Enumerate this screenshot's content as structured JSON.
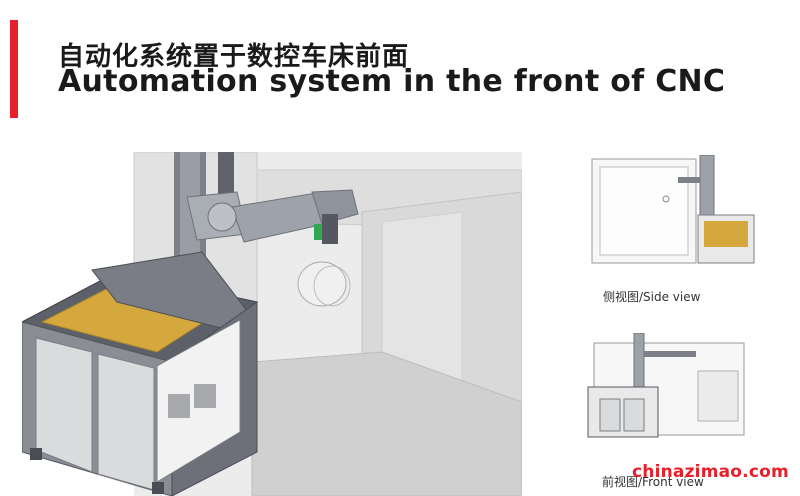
{
  "header": {
    "title_cn": "自动化系统置于数控车床前面",
    "title_en": "Automation system in the front of CNC"
  },
  "figures": {
    "side_caption": "侧视图/Side view",
    "front_caption": "前视图/Front view"
  },
  "watermark": "chinazimao.com",
  "colors": {
    "accent": "#e8202a",
    "tray": "#d4a83c",
    "frame": "#6b6f78",
    "enclosure": "#e6e6e6"
  }
}
